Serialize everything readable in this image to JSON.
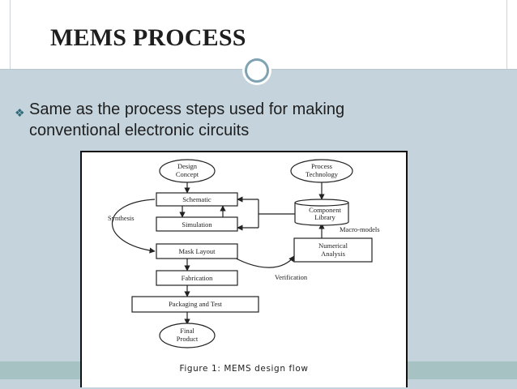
{
  "slide": {
    "title": "MEMS PROCESS",
    "bullet": "Same as the process steps used for making conventional electronic circuits"
  },
  "diagram": {
    "nodes": {
      "design_concept": [
        "Design",
        "Concept"
      ],
      "process_technology": [
        "Process",
        "Technology"
      ],
      "schematic": "Schematic",
      "simulation": "Simulation",
      "component_library": [
        "Component",
        "Library"
      ],
      "mask_layout": "Mask Layout",
      "numerical_analysis": [
        "Numerical",
        "Analysis"
      ],
      "fabrication": "Fabrication",
      "packaging_test": "Packaging and Test",
      "final_product": [
        "Final",
        "Product"
      ]
    },
    "edge_labels": {
      "synthesis": "Synthesis",
      "macro_models": "Macro-models",
      "verification": "Verification"
    },
    "caption": "Figure 1: MEMS design flow"
  },
  "colors": {
    "background": "#c5d3dc",
    "accent": "#7fa3b3",
    "footer": "#a7c2c2"
  }
}
